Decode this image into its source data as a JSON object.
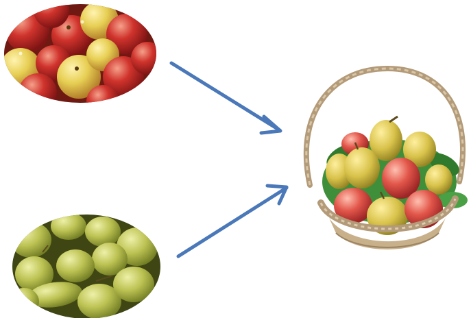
{
  "diagram": {
    "items": [
      {
        "name": "apples-image",
        "fruit": "apple"
      },
      {
        "name": "pears-image",
        "fruit": "pear"
      },
      {
        "name": "basket-image",
        "fruit": "mixed"
      }
    ],
    "arrows": [
      {
        "from": "apples-image",
        "to": "basket-image"
      },
      {
        "from": "pears-image",
        "to": "basket-image"
      }
    ]
  },
  "colors": {
    "arrow": "#4a78b8",
    "apple_red": "#c8282a",
    "apple_yellow": "#e0c850",
    "pear_green": "#b7bd55",
    "pear_dark": "#8f9a3a",
    "basket_wicker": "#b39a78",
    "leaf_green": "#3f8f3a",
    "background": "#ffffff"
  }
}
